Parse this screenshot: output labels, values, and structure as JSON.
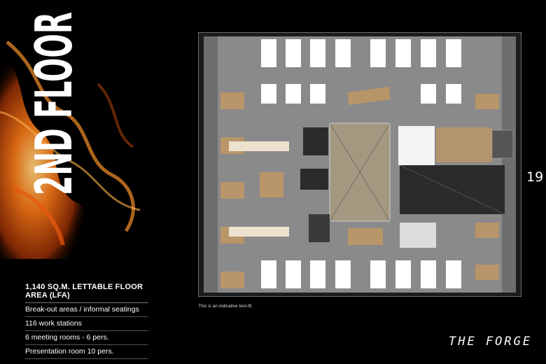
{
  "page": {
    "title": "2ND FLOOR",
    "page_number": "19",
    "brand": "THE FORGE",
    "disclaimer": "This is an indicative test-fit."
  },
  "specs": {
    "headline": "1,140 SQ.M. LETTABLE FLOOR AREA (LFA)",
    "items": [
      "Break-out areas / informal seatings",
      "116 work stations",
      "6 meeting rooms - 6 pers.",
      "Presentation room 10 pers."
    ]
  },
  "colors": {
    "background": "#000000",
    "floor": "#8a8a8a",
    "desk": "#ffffff",
    "meeting_table": "#b9956a",
    "core": "#2b2b2b",
    "flame": "#f06a10"
  }
}
